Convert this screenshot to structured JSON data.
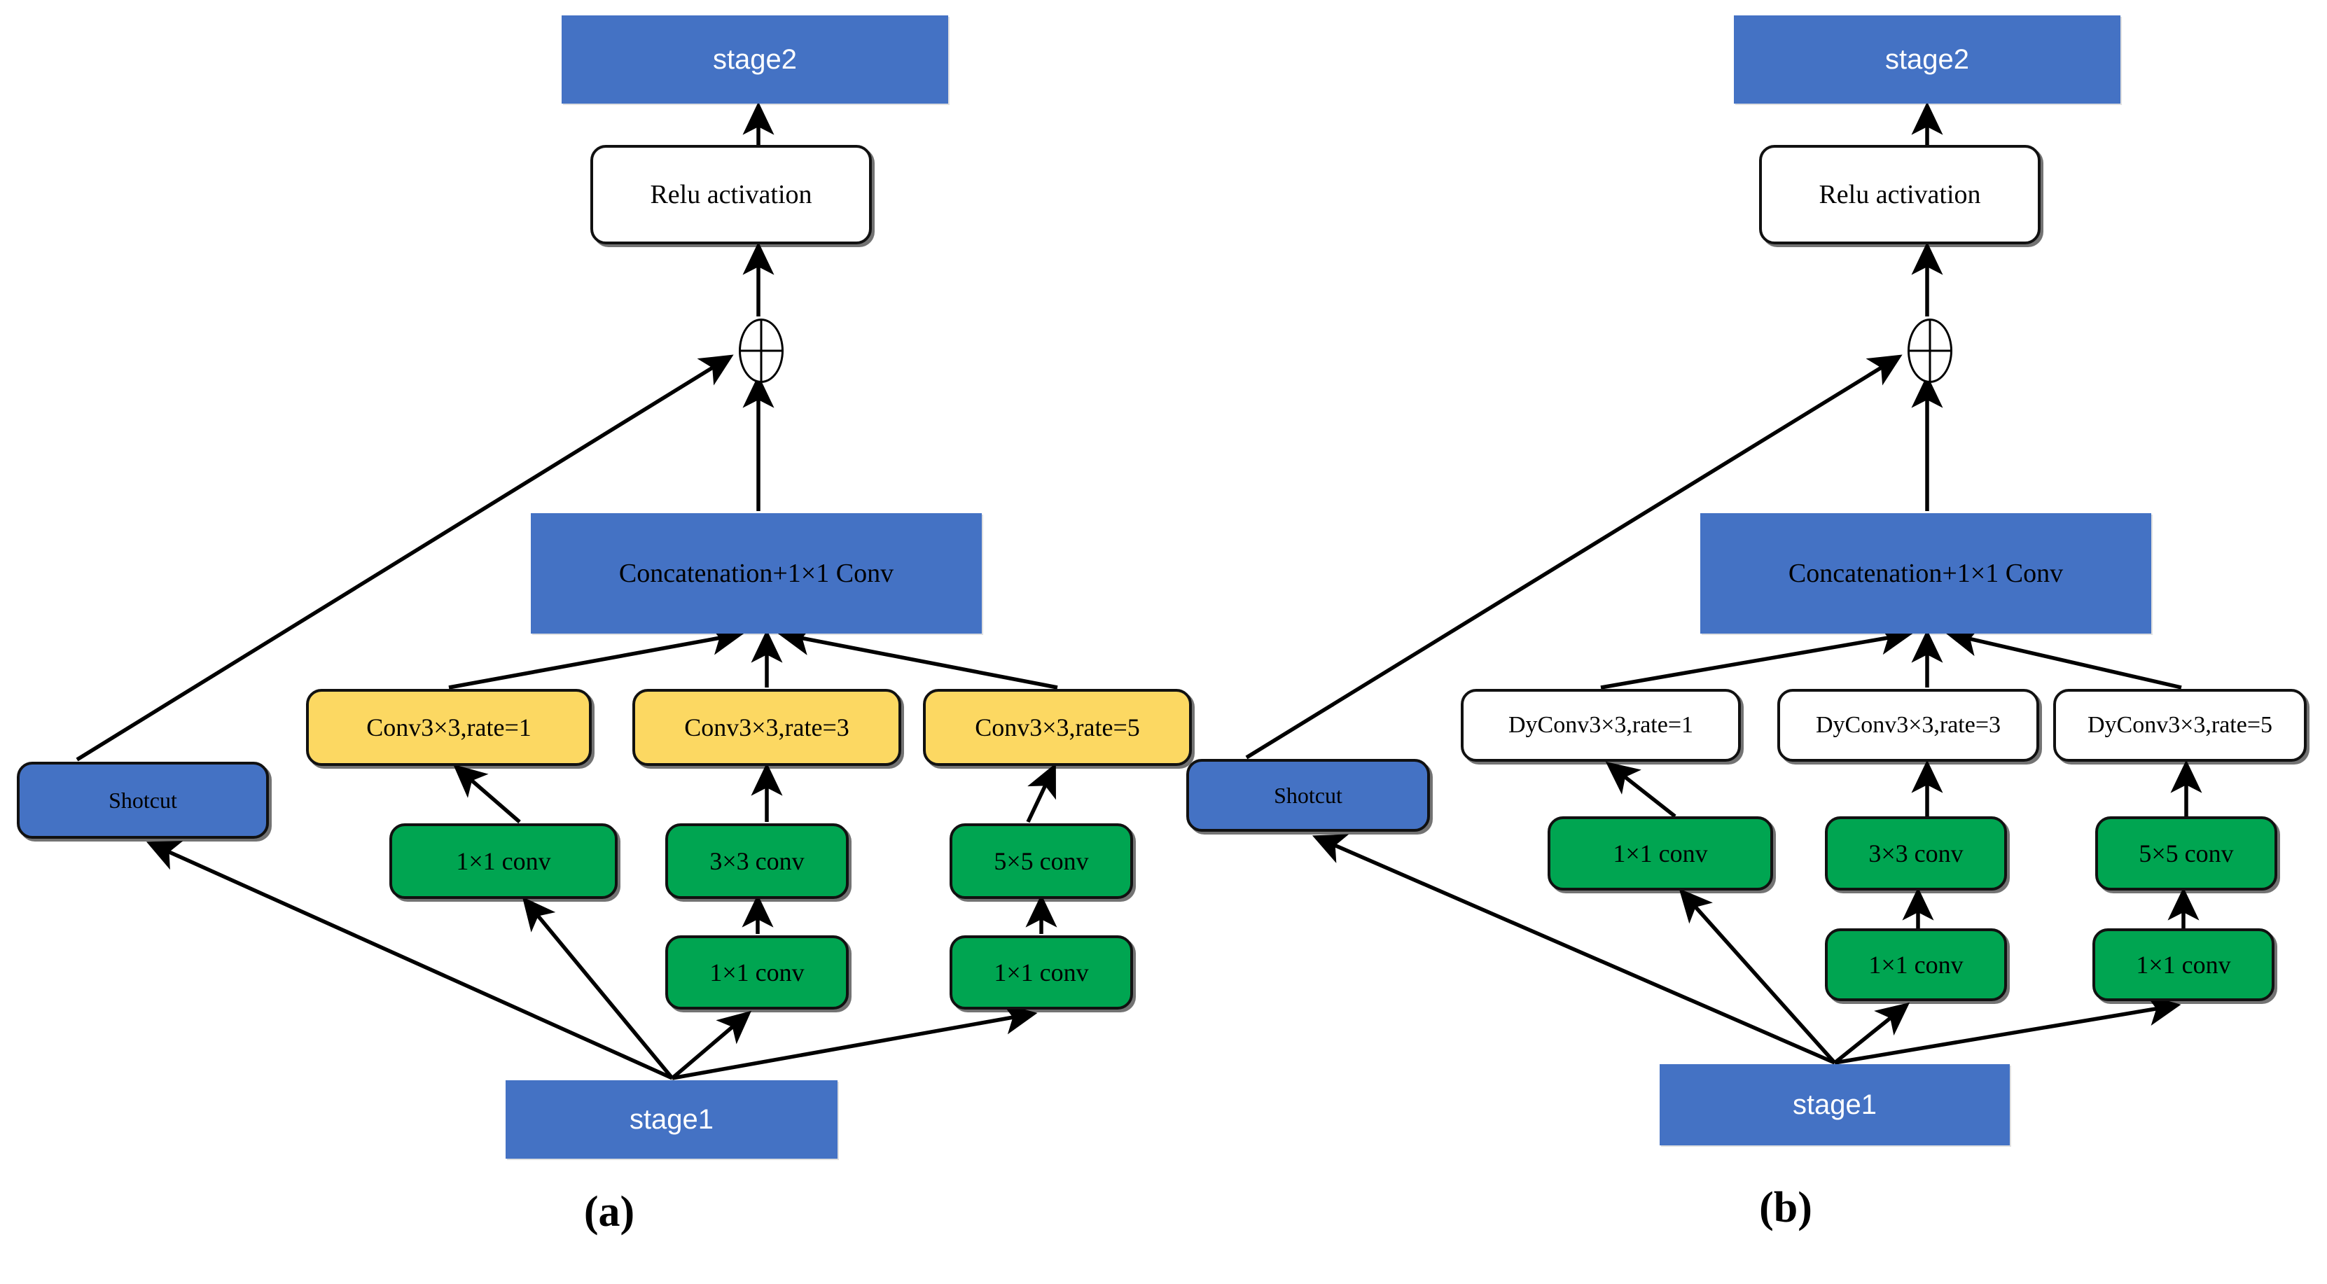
{
  "figure": {
    "panels": [
      {
        "id": "a",
        "caption": "(a)",
        "nodes": {
          "stage2": "stage2",
          "relu": "Relu activation",
          "add_symbol": "plus-circle",
          "concat": "Concatenation+1×1 Conv",
          "shortcut": "Shotcut",
          "stage1": "stage1",
          "branch_top": [
            "Conv3×3,rate=1",
            "Conv3×3,rate=3",
            "Conv3×3,rate=5"
          ],
          "branch_mid": [
            "1×1 conv",
            "3×3 conv",
            "5×5 conv"
          ],
          "branch_bottom": [
            "1×1 conv",
            "1×1 conv"
          ]
        }
      },
      {
        "id": "b",
        "caption": "(b)",
        "nodes": {
          "stage2": "stage2",
          "relu": "Relu activation",
          "add_symbol": "plus-circle",
          "concat": "Concatenation+1×1 Conv",
          "shortcut": "Shotcut",
          "stage1": "stage1",
          "branch_top": [
            "DyConv3×3,rate=1",
            "DyConv3×3,rate=3",
            "DyConv3×3,rate=5"
          ],
          "branch_mid": [
            "1×1 conv",
            "3×3 conv",
            "5×5 conv"
          ],
          "branch_bottom": [
            "1×1 conv",
            "1×1 conv"
          ]
        }
      }
    ],
    "colors": {
      "blue": "#4472c4",
      "green": "#00a551",
      "yellow": "#fcd862",
      "white": "#ffffff",
      "outline": "#111111",
      "background": "#ffffff"
    }
  }
}
